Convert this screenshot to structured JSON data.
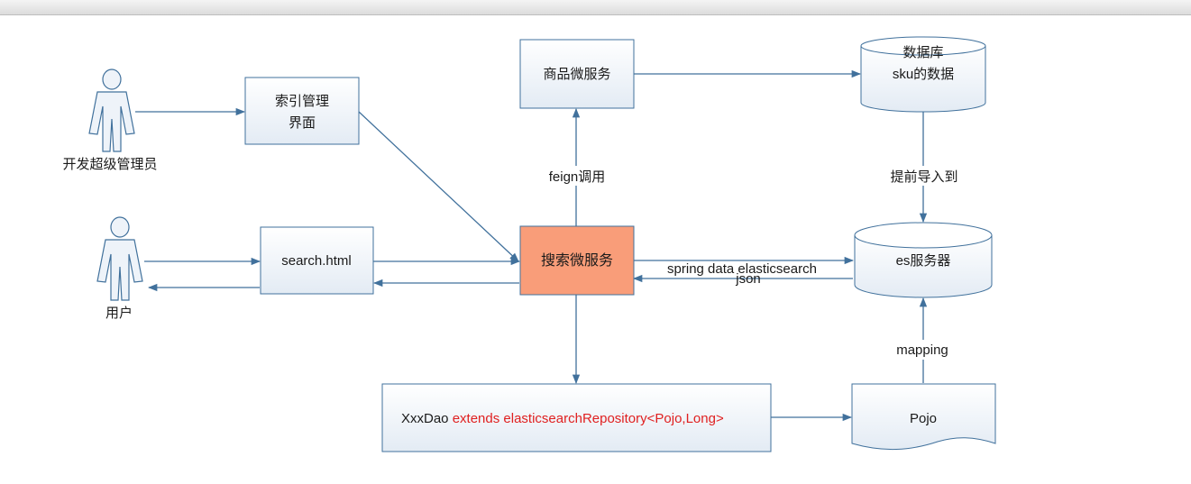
{
  "nodes": {
    "admin_actor": "开发超级管理员",
    "user_actor": "用户",
    "index_ui_line1": "索引管理",
    "index_ui_line2": "界面",
    "search_html": "search.html",
    "search_service": "搜索微服务",
    "product_service": "商品微服务",
    "database_line1": "数据库",
    "database_line2": "sku的数据",
    "es_server": "es服务器",
    "dao_plain": "XxxDao ",
    "dao_red": "extends elasticsearchRepository<Pojo,Long>",
    "pojo": "Pojo"
  },
  "edges": {
    "feign": "feign调用",
    "import": "提前导入到",
    "spring_data": "spring data elasticsearch",
    "json": "json",
    "mapping": "mapping"
  },
  "colors": {
    "highlight": "#f99d79",
    "stroke": "#41719c",
    "red_text": "#e02020"
  }
}
